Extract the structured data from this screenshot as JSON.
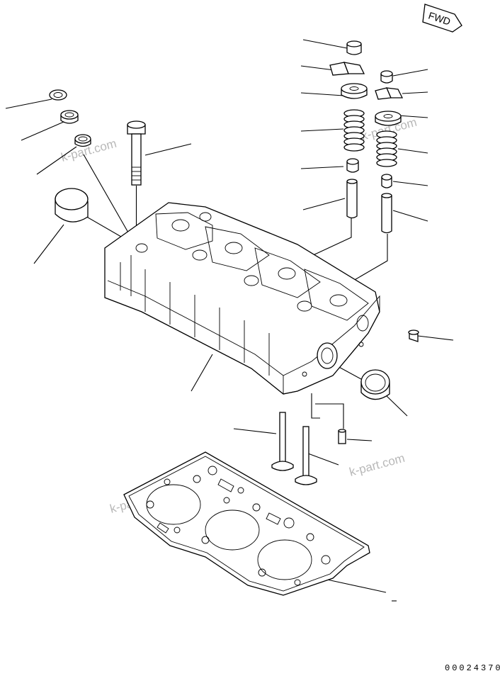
{
  "fwd_label": "FWD",
  "watermark": "k-part.com",
  "drawing_code": "00024370"
}
